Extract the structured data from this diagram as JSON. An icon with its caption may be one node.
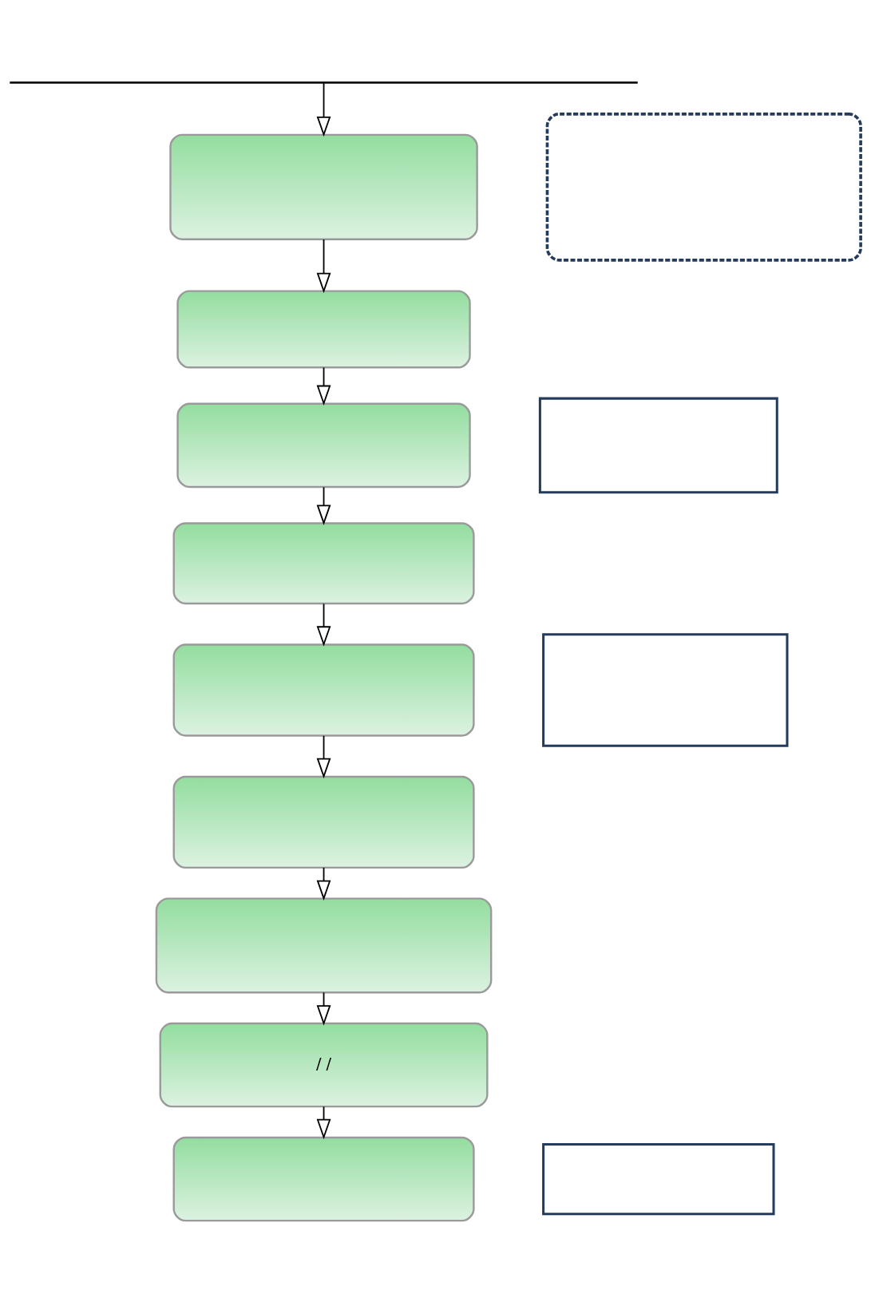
{
  "diagram": {
    "nodes": [
      {
        "text": [],
        "shape": "bar"
      },
      {
        "text": [],
        "shape": "box"
      },
      {
        "text": [],
        "shape": "box"
      },
      {
        "text": [],
        "shape": "box"
      },
      {
        "text": [],
        "shape": "box"
      },
      {
        "text": [],
        "shape": "box"
      },
      {
        "text": [],
        "shape": "box"
      },
      {
        "text": [],
        "shape": "box"
      },
      {
        "text": [],
        "shape": "box"
      },
      {
        "text": [],
        "shape": "box"
      },
      {
        "text": [],
        "shape": "box"
      },
      {
        "text": [
          "/ /"
        ]
      },
      {
        "text": [],
        "shape": "box"
      },
      {
        "text": [],
        "shape": "box"
      }
    ],
    "edges": [
      {
        "from": 0,
        "to": 1,
        "arrow": "to"
      },
      {
        "from": 1,
        "to": 3,
        "arrow": "to"
      },
      {
        "from": 3,
        "to": 5,
        "arrow": "to"
      },
      {
        "from": 5,
        "to": 6,
        "arrow": "to"
      },
      {
        "from": 6,
        "to": 7,
        "arrow": "to"
      },
      {
        "from": 7,
        "to": 9,
        "arrow": "to"
      },
      {
        "from": 9,
        "to": 10,
        "arrow": "to"
      },
      {
        "from": 10,
        "to": 11,
        "arrow": "to"
      },
      {
        "from": 11,
        "to": 12,
        "arrow": "to"
      }
    ]
  }
}
